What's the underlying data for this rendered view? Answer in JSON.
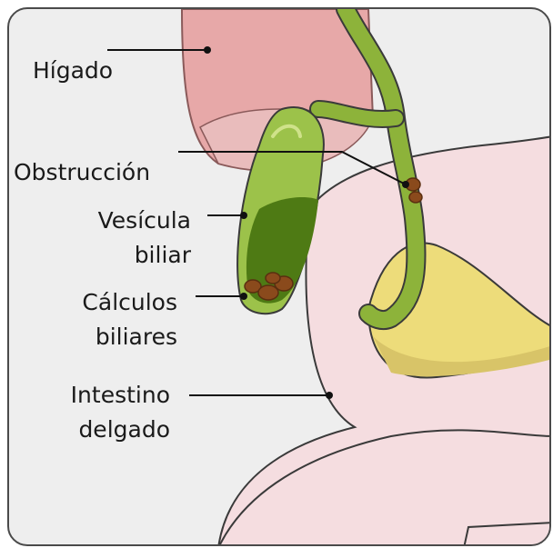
{
  "labels": {
    "liver": "Hígado",
    "obstruction": "Obstrucción",
    "gallbladder_line1": "Vesícula",
    "gallbladder_line2": "biliar",
    "gallstones_line1": "Cálculos",
    "gallstones_line2": "biliares",
    "intestine_line1": "Intestino",
    "intestine_line2": "delgado"
  },
  "colors": {
    "liver": "#e7a8a8",
    "intestine": "#f5dde0",
    "pancreas": "#eddc7a",
    "duct": "#8db33a",
    "bile": "#4e7a14",
    "stone": "#8a4a1c"
  }
}
